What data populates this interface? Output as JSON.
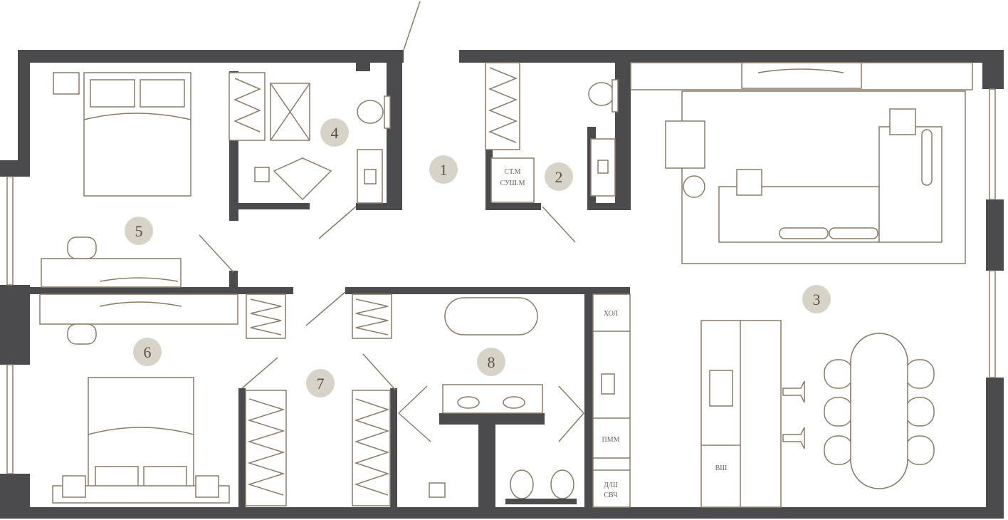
{
  "rooms": [
    "1",
    "2",
    "3",
    "4",
    "5",
    "6",
    "7",
    "8"
  ],
  "labels": {
    "washer": "СТ.М",
    "dryer": "СУШ.М",
    "fridge": "ХОЛ",
    "dishwasher": "ПММ",
    "oven_microwave_1": "Д/Ш",
    "oven_microwave_2": "СВЧ",
    "wine_cabinet": "ВШ"
  },
  "colors": {
    "wall": "#4b4b4d",
    "line": "#8c7b68",
    "badge": "#d8d3c9"
  }
}
